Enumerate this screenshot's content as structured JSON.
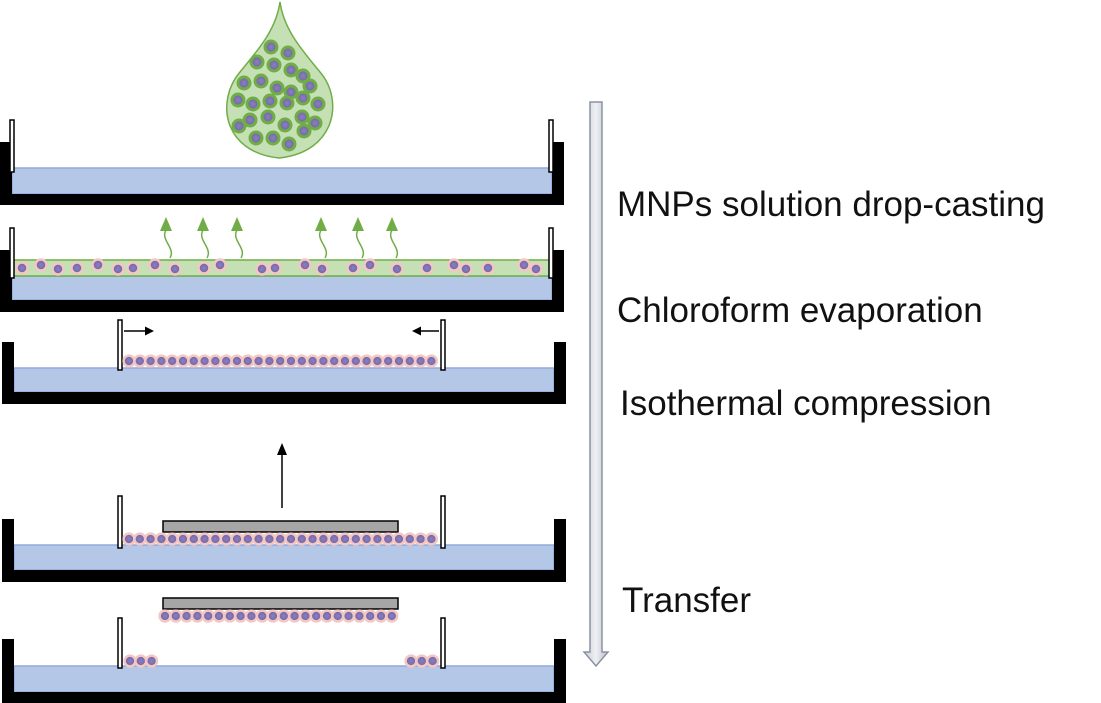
{
  "steps": [
    {
      "label": "MNPs solution drop-casting"
    },
    {
      "label": "Chloroform evaporation"
    },
    {
      "label": "Isothermal compression"
    },
    {
      "label": "Transfer"
    }
  ],
  "colors": {
    "trough_wall": "#000000",
    "subphase": "#b4c7e7",
    "subphase_edge": "#8faadc",
    "solution": "#c5e0b4",
    "solution_edge": "#70ad47",
    "evaporation_arrow": "#70ad47",
    "particle_core": "#7c71ad",
    "particle_shell": "#f4c7c3",
    "substrate": "#a6a6a6",
    "process_arrow": "#d9dde3"
  },
  "icons": {
    "barrier": "vertical-barrier",
    "compression": "right-left-arrows",
    "withdrawal": "up-arrow",
    "evaporation": "green-wavy-arrows",
    "process_flow": "down-arrow"
  }
}
